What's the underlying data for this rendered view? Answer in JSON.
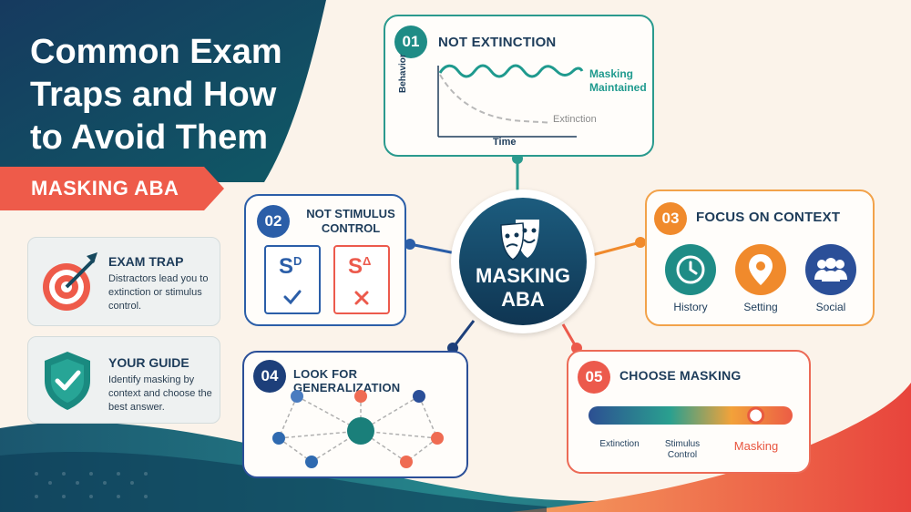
{
  "header": {
    "title_line1": "Common Exam",
    "title_line2": "Traps and How",
    "title_line3": "to Avoid Them",
    "ribbon": "MASKING ABA"
  },
  "side_cards": [
    {
      "title": "EXAM TRAP",
      "text": "Distractors lead you to extinction or stimulus control.",
      "icon": "target-icon"
    },
    {
      "title": "YOUR GUIDE",
      "text": "Identify masking by context and choose the best answer.",
      "icon": "shield-check-icon"
    }
  ],
  "center": {
    "line1": "MASKING",
    "line2": "ABA",
    "icon": "theater-masks-icon"
  },
  "card1": {
    "num": "01",
    "title": "NOT EXTINCTION",
    "ylabel": "Behavior",
    "xlabel": "Time",
    "masking_label_1": "Masking",
    "masking_label_2": "Maintained",
    "extinction_label": "Extinction"
  },
  "card2": {
    "num": "02",
    "title_line1": "NOT STIMULUS",
    "title_line2": "CONTROL",
    "sd": "S",
    "sd_sup": "D",
    "sdelta": "S",
    "sdelta_sup": "Δ"
  },
  "card3": {
    "num": "03",
    "title": "FOCUS ON CONTEXT",
    "items": [
      {
        "label": "History",
        "icon": "clock-icon"
      },
      {
        "label": "Setting",
        "icon": "location-pin-icon"
      },
      {
        "label": "Social",
        "icon": "people-icon"
      }
    ]
  },
  "card4": {
    "num": "04",
    "title": "LOOK FOR GENERALIZATION"
  },
  "card5": {
    "num": "05",
    "title": "CHOOSE MASKING",
    "labels": [
      "Extinction",
      "Stimulus Control",
      "Masking"
    ],
    "marker_fraction": 0.82
  },
  "colors": {
    "navy": "#163a5f",
    "teal": "#1f8c86",
    "orange": "#f08a2c",
    "coral": "#ec5a4c",
    "cream": "#fbf3ea"
  }
}
